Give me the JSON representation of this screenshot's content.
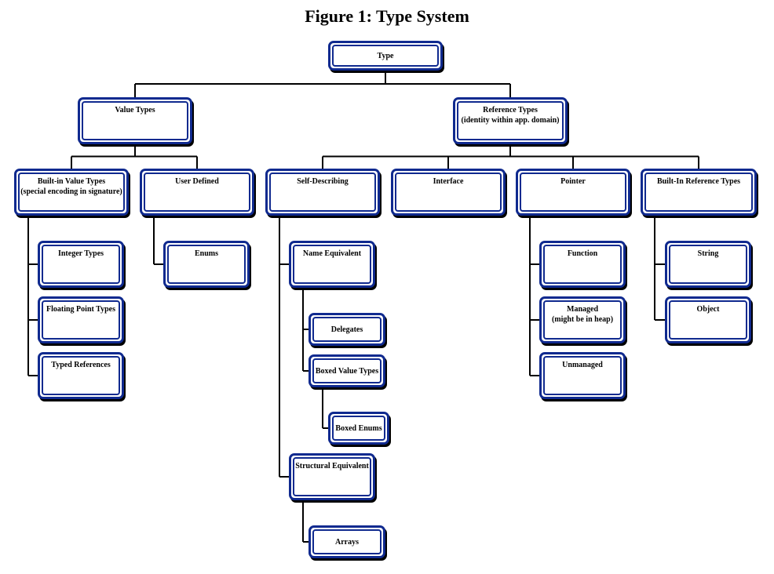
{
  "title": "Figure 1: Type System",
  "nodes": [
    {
      "id": "type",
      "lines": [
        "Type"
      ]
    },
    {
      "id": "value-types",
      "lines": [
        "Value Types"
      ]
    },
    {
      "id": "reference-types",
      "lines": [
        "Reference Types",
        "(identity within app. domain)"
      ]
    },
    {
      "id": "built-in-value-types",
      "lines": [
        "Built-in Value Types",
        "(special encoding in signature)"
      ]
    },
    {
      "id": "user-defined",
      "lines": [
        "User Defined"
      ]
    },
    {
      "id": "self-describing",
      "lines": [
        "Self-Describing"
      ]
    },
    {
      "id": "interface",
      "lines": [
        "Interface"
      ]
    },
    {
      "id": "pointer",
      "lines": [
        "Pointer"
      ]
    },
    {
      "id": "built-in-reference-types",
      "lines": [
        "Built-In Reference Types"
      ]
    },
    {
      "id": "integer-types",
      "lines": [
        "Integer Types"
      ]
    },
    {
      "id": "floating-point-types",
      "lines": [
        "Floating Point Types"
      ]
    },
    {
      "id": "typed-references",
      "lines": [
        "Typed References"
      ]
    },
    {
      "id": "enums",
      "lines": [
        "Enums"
      ]
    },
    {
      "id": "name-equivalent",
      "lines": [
        "Name Equivalent"
      ]
    },
    {
      "id": "delegates",
      "lines": [
        "Delegates"
      ]
    },
    {
      "id": "boxed-value-types",
      "lines": [
        "Boxed Value Types"
      ]
    },
    {
      "id": "boxed-enums",
      "lines": [
        "Boxed Enums"
      ]
    },
    {
      "id": "structural-equivalent",
      "lines": [
        "Structural Equivalent"
      ]
    },
    {
      "id": "arrays",
      "lines": [
        "Arrays"
      ]
    },
    {
      "id": "function",
      "lines": [
        "Function"
      ]
    },
    {
      "id": "managed",
      "lines": [
        "Managed",
        "(might be in heap)"
      ]
    },
    {
      "id": "unmanaged",
      "lines": [
        "Unmanaged"
      ]
    },
    {
      "id": "string",
      "lines": [
        "String"
      ]
    },
    {
      "id": "object",
      "lines": [
        "Object"
      ]
    }
  ],
  "edges": [
    [
      "type",
      "value-types"
    ],
    [
      "type",
      "reference-types"
    ],
    [
      "value-types",
      "built-in-value-types"
    ],
    [
      "value-types",
      "user-defined"
    ],
    [
      "reference-types",
      "self-describing"
    ],
    [
      "reference-types",
      "interface"
    ],
    [
      "reference-types",
      "pointer"
    ],
    [
      "reference-types",
      "built-in-reference-types"
    ],
    [
      "built-in-value-types",
      "integer-types"
    ],
    [
      "built-in-value-types",
      "floating-point-types"
    ],
    [
      "built-in-value-types",
      "typed-references"
    ],
    [
      "user-defined",
      "enums"
    ],
    [
      "self-describing",
      "name-equivalent"
    ],
    [
      "self-describing",
      "structural-equivalent"
    ],
    [
      "name-equivalent",
      "delegates"
    ],
    [
      "name-equivalent",
      "boxed-value-types"
    ],
    [
      "boxed-value-types",
      "boxed-enums"
    ],
    [
      "structural-equivalent",
      "arrays"
    ],
    [
      "pointer",
      "function"
    ],
    [
      "pointer",
      "managed"
    ],
    [
      "pointer",
      "unmanaged"
    ],
    [
      "built-in-reference-types",
      "string"
    ],
    [
      "built-in-reference-types",
      "object"
    ]
  ]
}
